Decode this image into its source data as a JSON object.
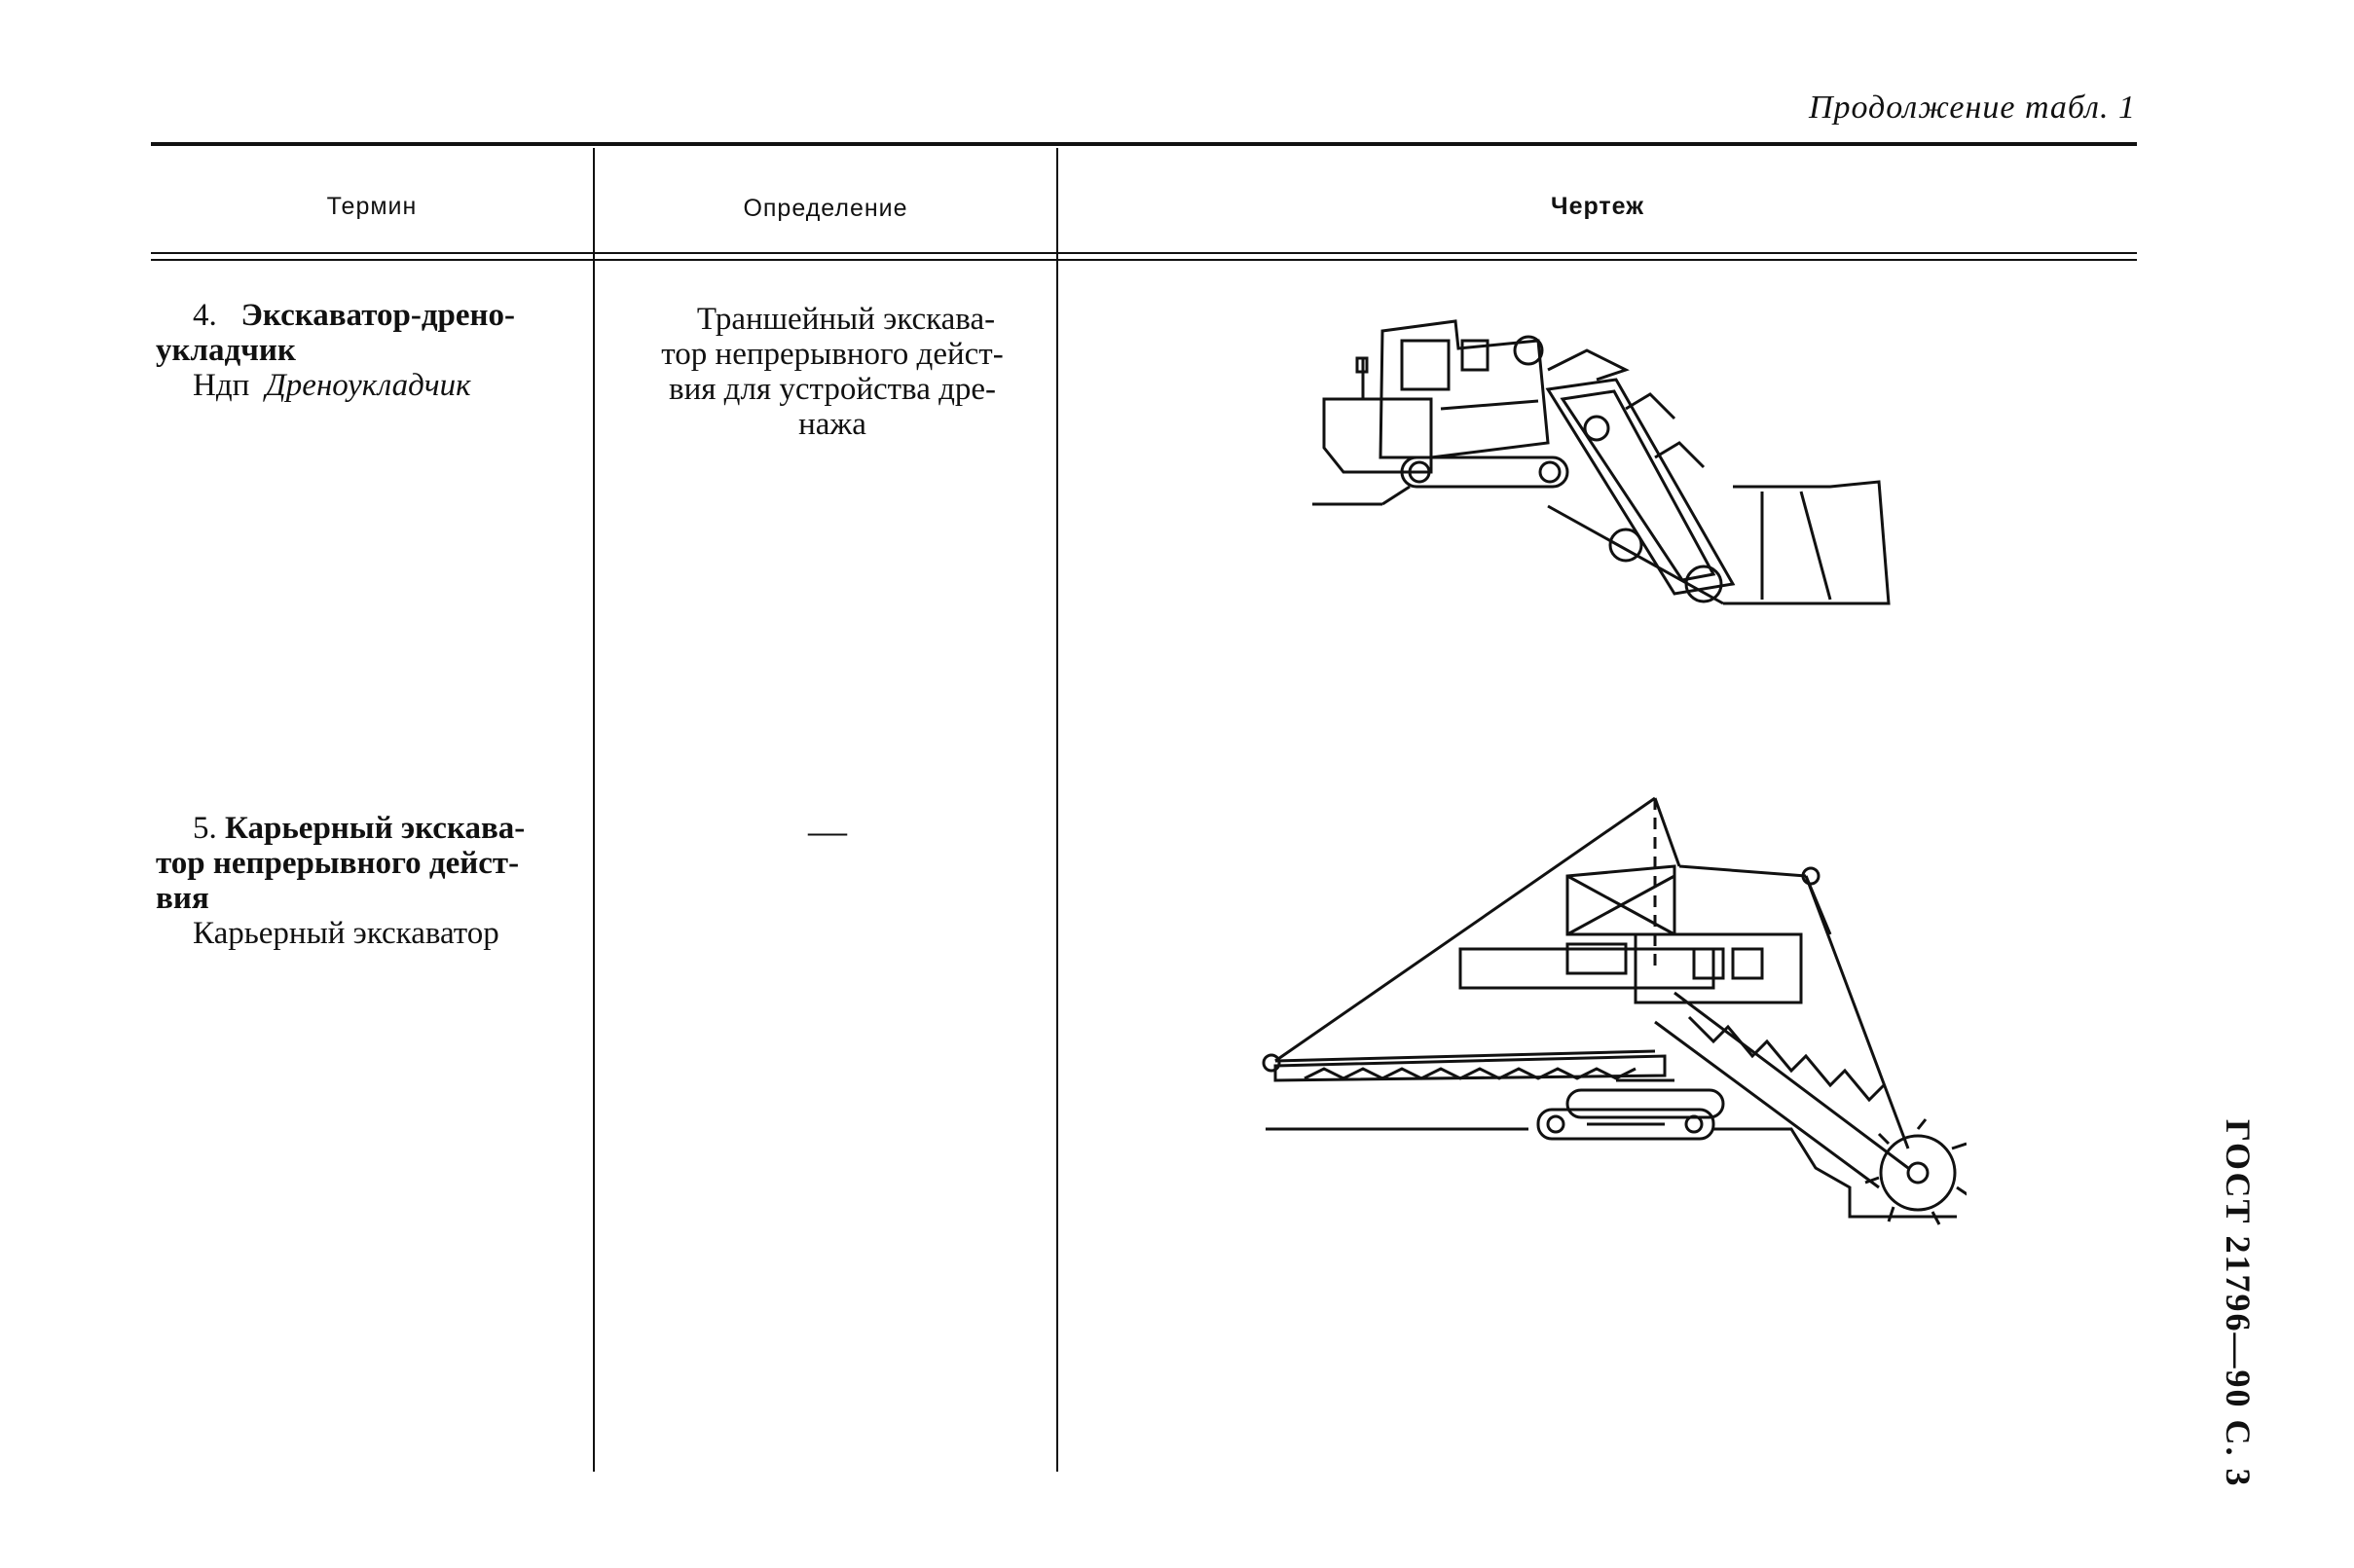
{
  "header": {
    "continuation": "Продолжение табл. 1"
  },
  "table": {
    "columns": [
      "Термин",
      "Определение",
      "Чертеж"
    ],
    "rows": [
      {
        "number": "4.",
        "term_bold_1": "Экскаватор-дрено-",
        "term_bold_2": "укладчик",
        "ndp_label": "Ндп",
        "ndp_term": "Дреноукладчик",
        "definition": [
          "Траншейный экскава-",
          "тор непрерывного дейст-",
          "вия для устройства дре-",
          "нажа"
        ],
        "drawing_icon": "trench-excavator-drawing"
      },
      {
        "number": "5.",
        "term_bold_1": "Карьерный экскава-",
        "term_bold_2": "тор непрерывного дейст-",
        "term_bold_3": "вия",
        "short_term": "Карьерный экскаватор",
        "definition_dash": "—",
        "drawing_icon": "bucket-wheel-excavator-drawing"
      }
    ]
  },
  "side_label": "ГОСТ 21796—90 С. 3"
}
